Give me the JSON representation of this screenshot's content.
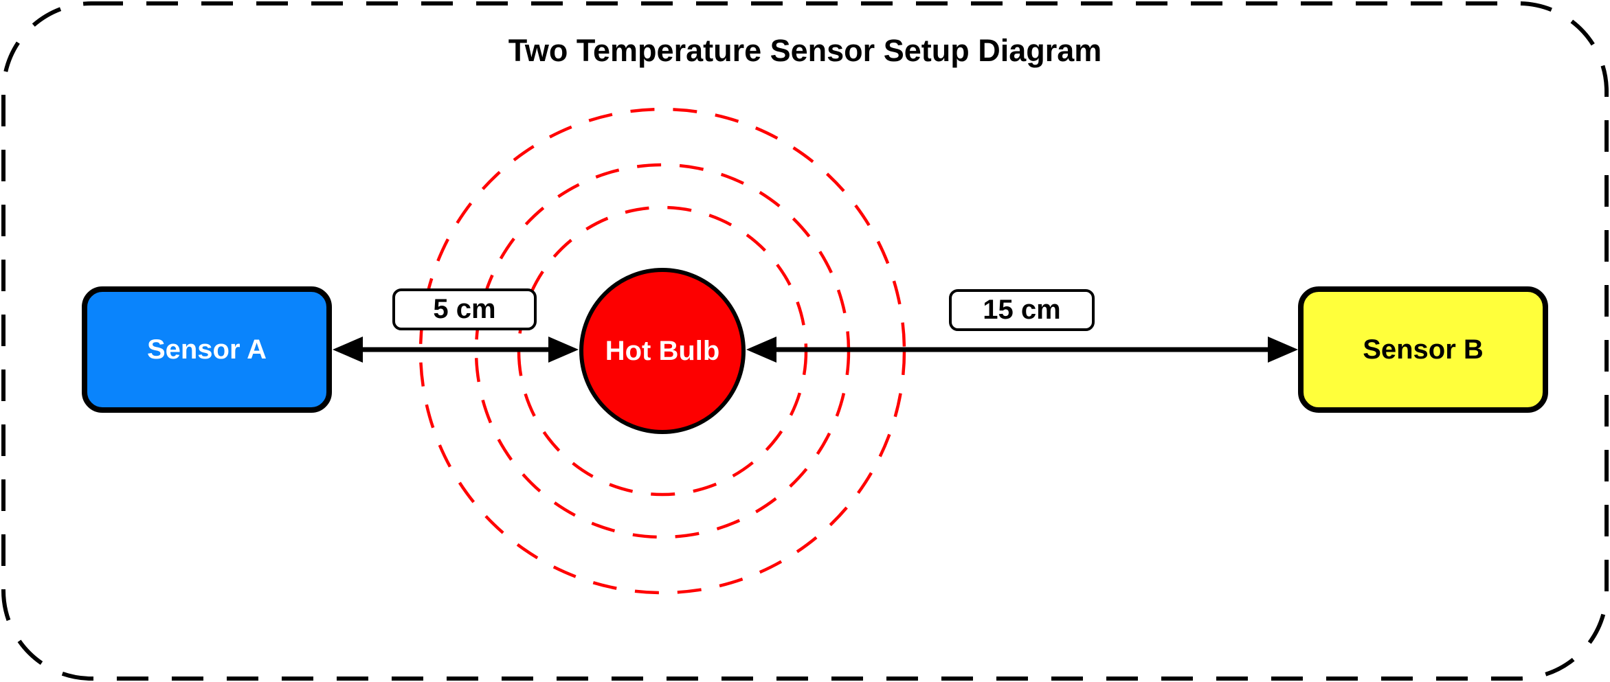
{
  "title": "Two Temperature Sensor Setup Diagram",
  "canvas": {
    "background": "#ffffff",
    "border_color": "#000000",
    "border_style": "dashed"
  },
  "nodes": {
    "sensor_a": {
      "label": "Sensor A",
      "shape": "rounded-rect",
      "fill": "#0a84fc",
      "text_color": "#ffffff",
      "border_color": "#000000"
    },
    "hot_bulb": {
      "label": "Hot Bulb",
      "shape": "circle",
      "fill": "#fd0000",
      "text_color": "#ffffff",
      "border_color": "#000000"
    },
    "sensor_b": {
      "label": "Sensor B",
      "shape": "rounded-rect",
      "fill": "#ffff3b",
      "text_color": "#000000",
      "border_color": "#000000"
    }
  },
  "distances": {
    "a_to_bulb": {
      "label": "5 cm"
    },
    "bulb_to_b": {
      "label": "15 cm"
    }
  },
  "heat_waves": {
    "color": "#ff0000",
    "style": "dashed",
    "count": 3
  },
  "arrows": {
    "color": "#000000",
    "type": "double-headed"
  }
}
